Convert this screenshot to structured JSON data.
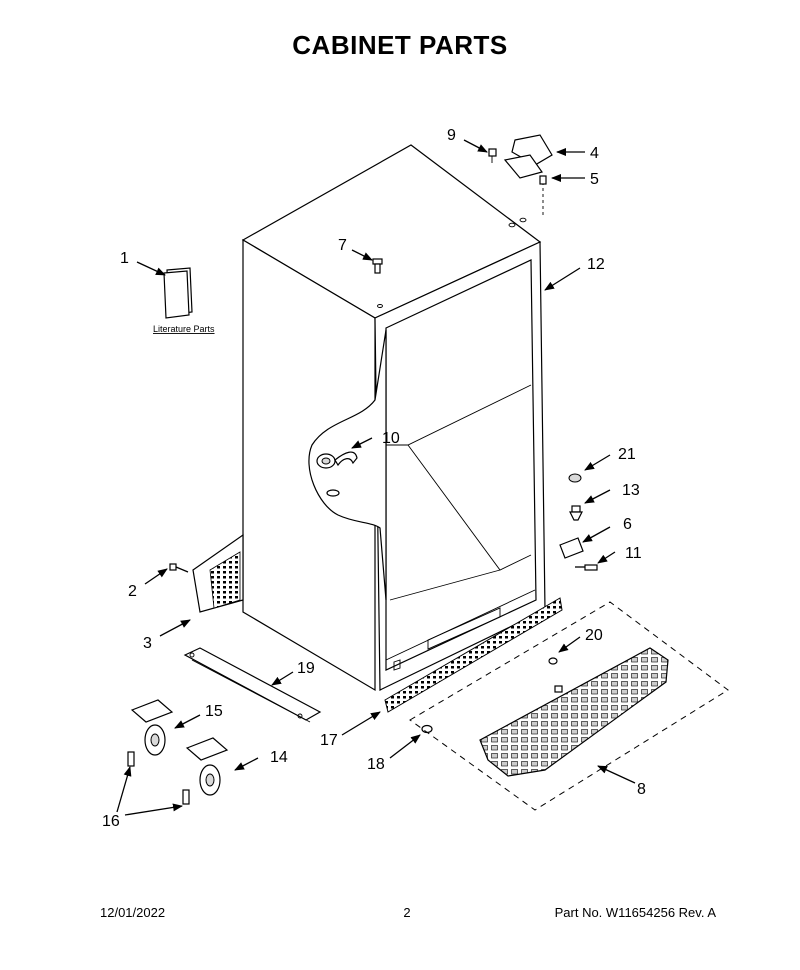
{
  "page": {
    "title": "CABINET PARTS",
    "literature_label": "Literature Parts",
    "footer": {
      "date": "12/01/2022",
      "page_number": "2",
      "part_number": "Part No.  W11654256  Rev.  A"
    }
  },
  "callouts": [
    "1",
    "2",
    "3",
    "4",
    "5",
    "6",
    "7",
    "8",
    "9",
    "10",
    "11",
    "12",
    "13",
    "14",
    "15",
    "16",
    "17",
    "18",
    "19",
    "20",
    "21"
  ]
}
